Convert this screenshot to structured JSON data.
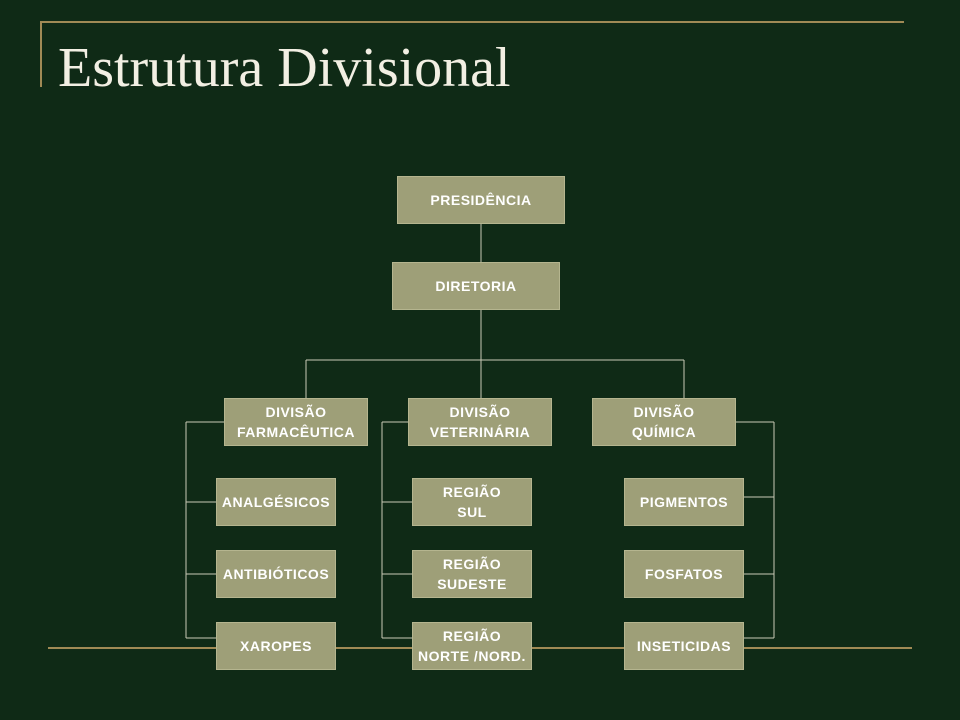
{
  "slide": {
    "title": "Estrutura Divisional"
  },
  "org": {
    "presidencia": "PRESIDÊNCIA",
    "diretoria": "DIRETORIA",
    "div_farmaceutica": "DIVISÃO\nFARMACÊUTICA",
    "div_veterinaria": "DIVISÃO\nVETERINÁRIA",
    "div_quimica": "DIVISÃO\nQUÍMICA",
    "analgesicos": "ANALGÉSICOS",
    "antibioticos": "ANTIBIÓTICOS",
    "xaropes": "XAROPES",
    "regiao_sul": "REGIÃO\nSUL",
    "regiao_sudeste": "REGIÃO\nSUDESTE",
    "regiao_norte": "REGIÃO\nNORTE /NORD.",
    "pigmentos": "PIGMENTOS",
    "fosfatos": "FOSFATOS",
    "inseticidas": "INSETICIDAS"
  },
  "colors": {
    "background": "#0f2a16",
    "box": "#9e9f78",
    "frame": "#a08a55",
    "title": "#f2efe3"
  }
}
